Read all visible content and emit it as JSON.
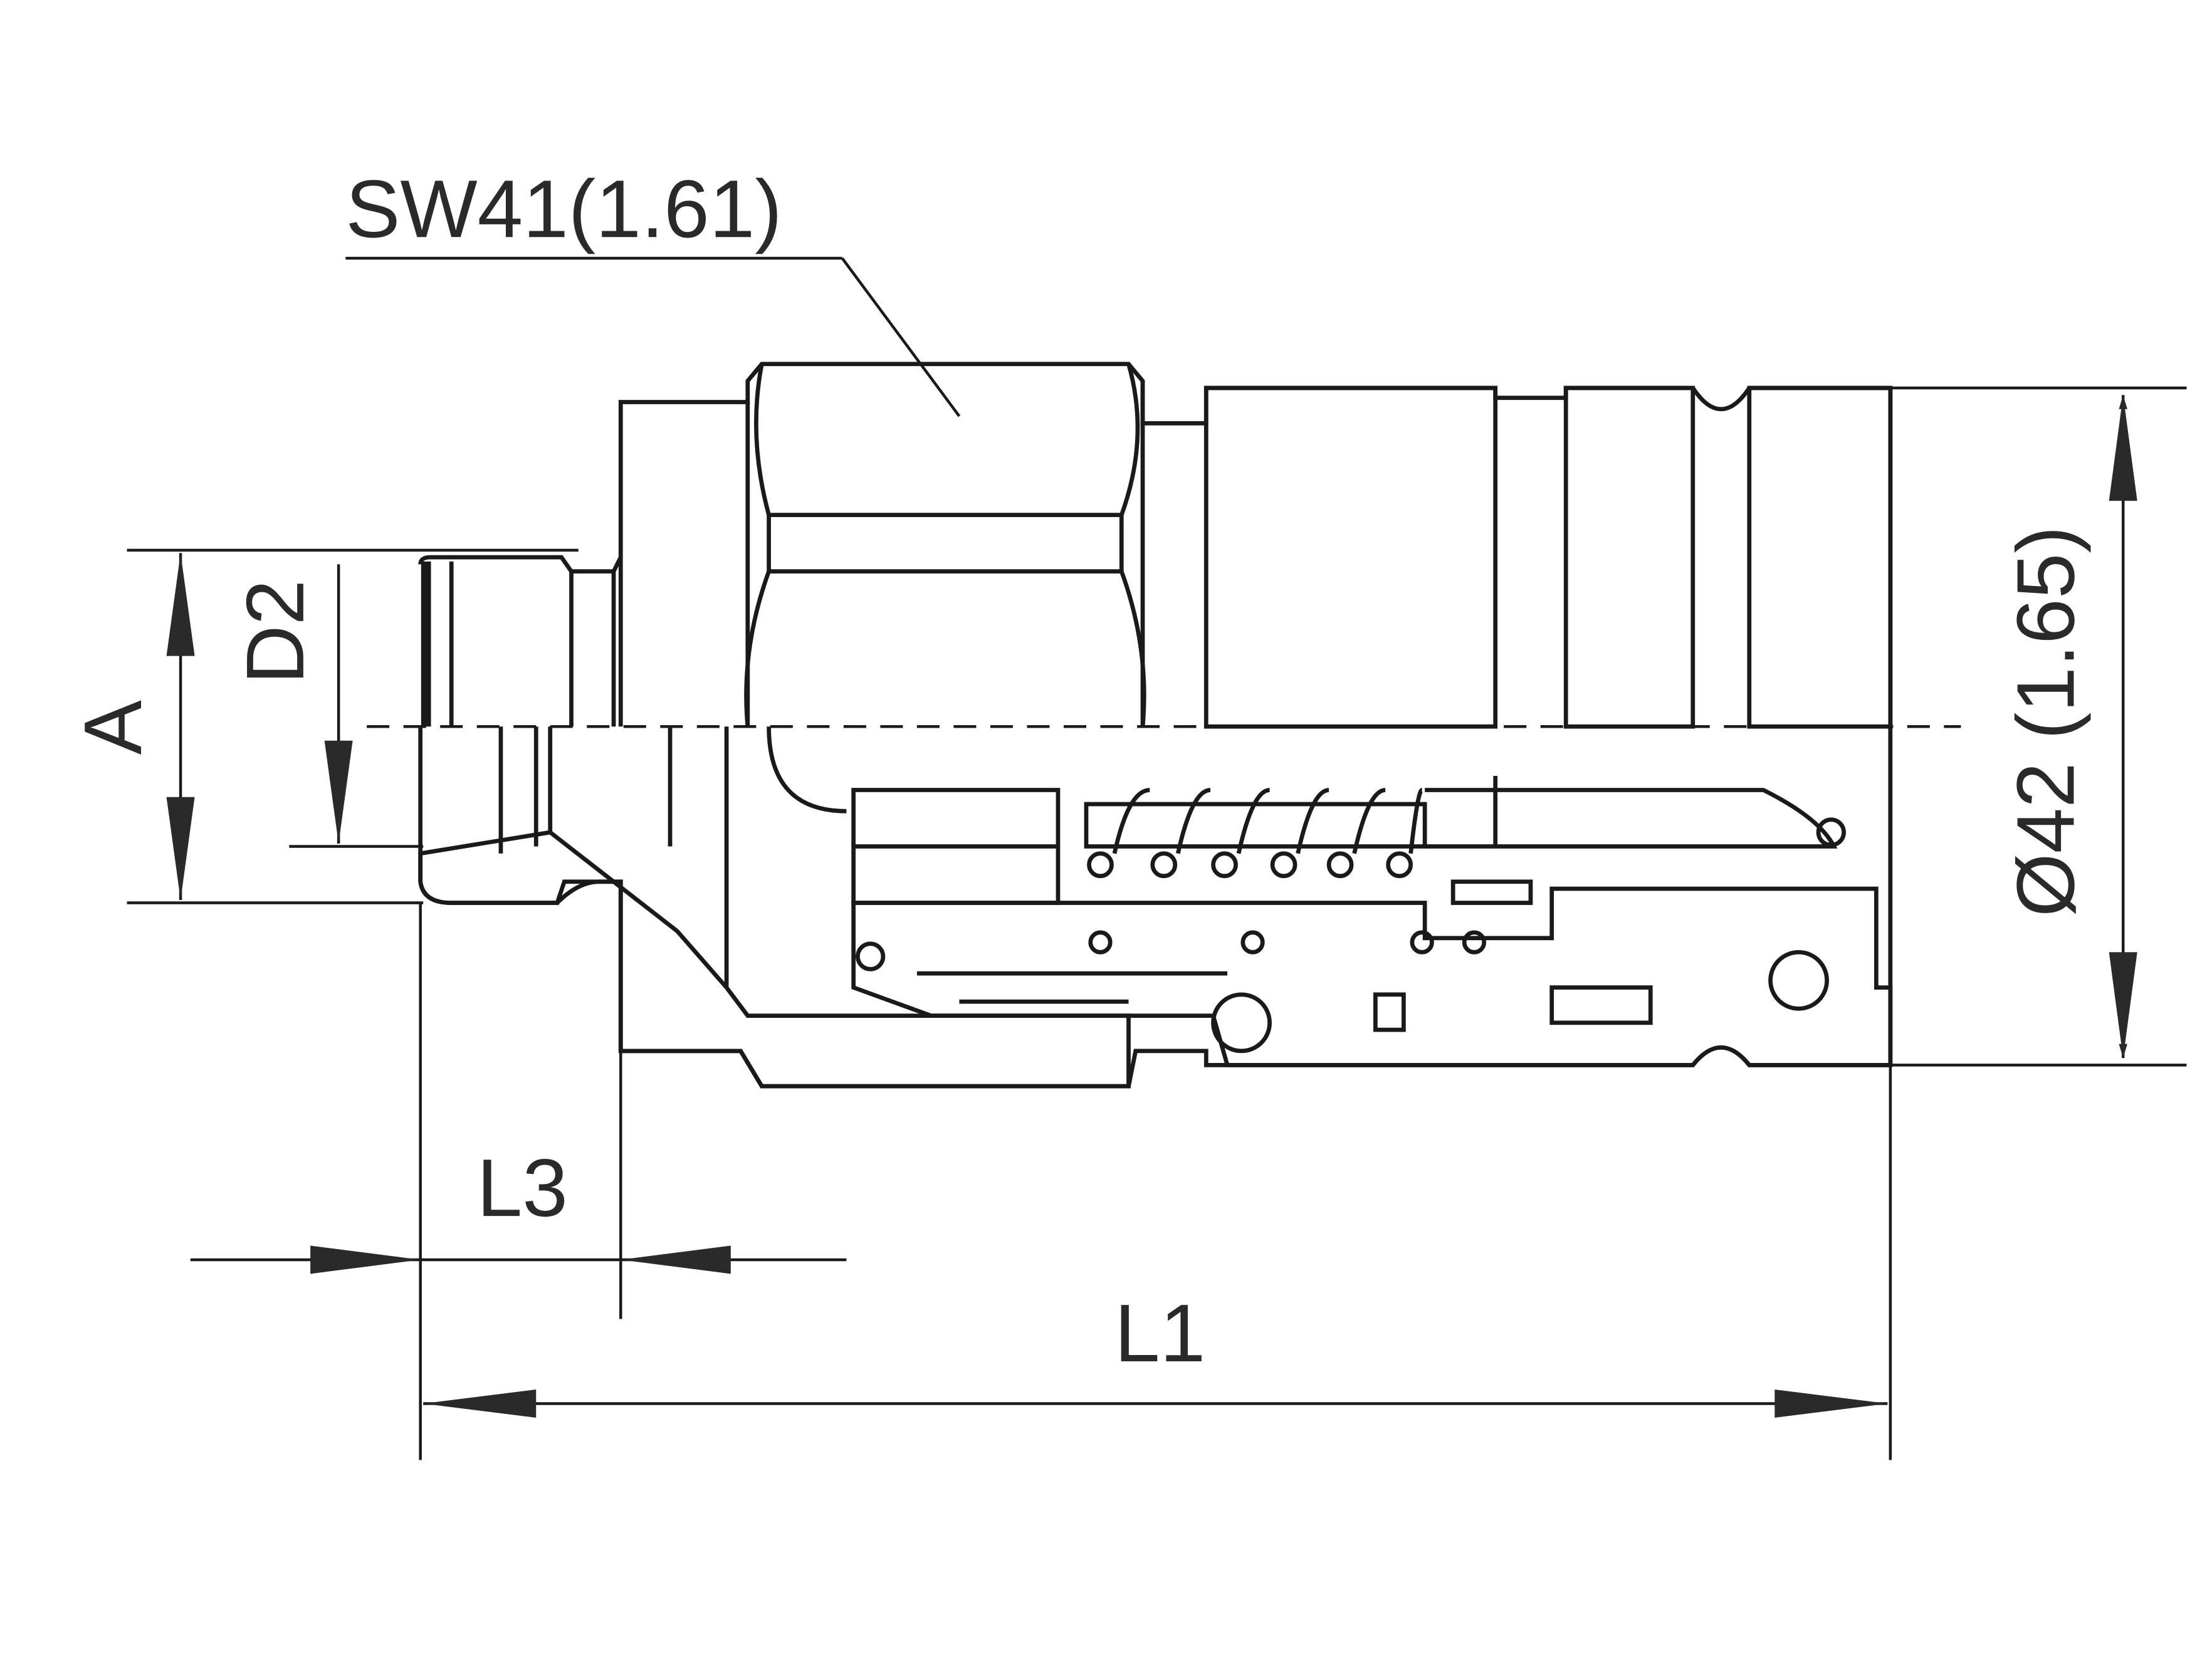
{
  "labels": {
    "hex_size": "SW41(1.61)",
    "outer_diameter": "Ø42 (1.65)",
    "dim_a": "A",
    "dim_d2": "D2",
    "dim_l3": "L3",
    "dim_l1": "L1"
  },
  "colors": {
    "line": "#1a1a1a",
    "background": "#ffffff"
  }
}
